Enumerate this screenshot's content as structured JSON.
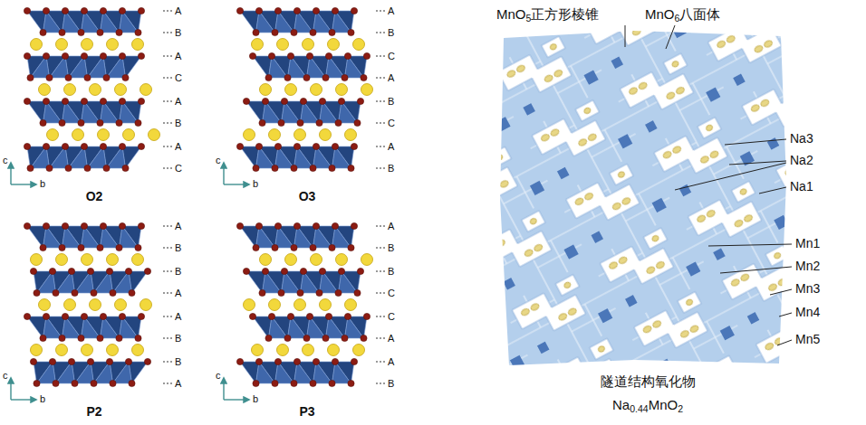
{
  "diagram": {
    "labels": [
      "A",
      "B",
      "A",
      "C",
      "A",
      "B",
      "A",
      "C",
      "A",
      "B",
      "C",
      "A",
      "B",
      "C",
      "A",
      "B",
      "A",
      "B",
      "B",
      "A",
      "A",
      "B",
      "B",
      "A",
      "A",
      "B",
      "B",
      "C",
      "C",
      "A",
      "A",
      "B",
      "O2",
      "O3",
      "P2",
      "P3",
      "c",
      "b",
      "c",
      "b",
      "c",
      "b",
      "c",
      "b",
      "MnO5正方形棱锥",
      "MnO6八面体",
      "Na3",
      "Na2",
      "Na1",
      "Mn1",
      "Mn2",
      "Mn3",
      "Mn4",
      "Mn5",
      "隧道结构氧化物",
      "Na0.44MnO2"
    ]
  }
}
